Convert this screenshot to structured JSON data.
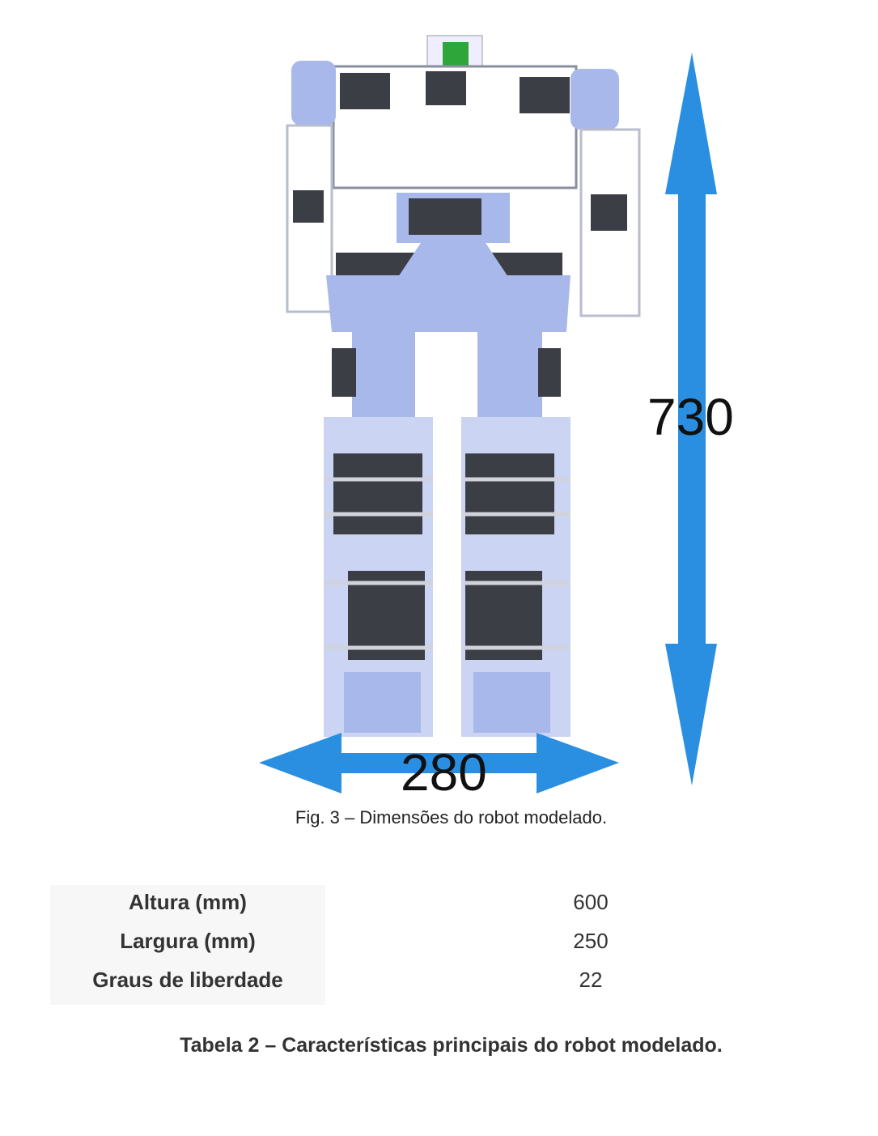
{
  "figure": {
    "height_label": "730",
    "width_label": "280",
    "caption": "Fig. 3 – Dimensões do robot modelado.",
    "arrow_color": "#2a8fe0",
    "body_color": "#a9b8ea"
  },
  "table": {
    "rows": [
      {
        "label": "Altura (mm)",
        "value": "600"
      },
      {
        "label": "Largura (mm)",
        "value": "250"
      },
      {
        "label": "Graus de liberdade",
        "value": "22"
      }
    ],
    "caption": "Tabela 2 – Características principais do robot modelado."
  }
}
